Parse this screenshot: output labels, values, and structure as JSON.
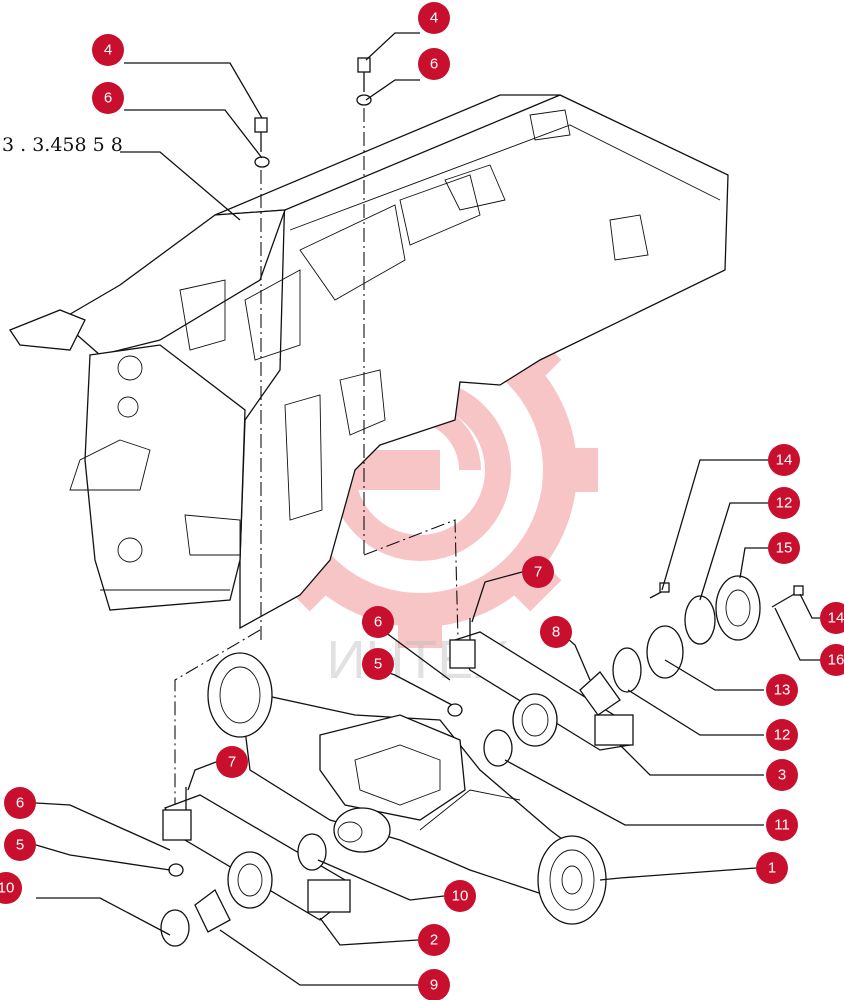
{
  "diagram": {
    "reference_code": "3 . 3.458 5 8",
    "watermark_text": "ИНТЕХ",
    "badge_color": "#c8102e",
    "watermark_color": "#e8323a",
    "callouts": [
      {
        "id": "c4a",
        "label": "4"
      },
      {
        "id": "c6a",
        "label": "6"
      },
      {
        "id": "c4b",
        "label": "4"
      },
      {
        "id": "c6b",
        "label": "6"
      },
      {
        "id": "c14a",
        "label": "14"
      },
      {
        "id": "c12a",
        "label": "12"
      },
      {
        "id": "c15",
        "label": "15"
      },
      {
        "id": "c14b",
        "label": "14"
      },
      {
        "id": "c16",
        "label": "16"
      },
      {
        "id": "c7a",
        "label": "7"
      },
      {
        "id": "c6c",
        "label": "6"
      },
      {
        "id": "c8",
        "label": "8"
      },
      {
        "id": "c5a",
        "label": "5"
      },
      {
        "id": "c13",
        "label": "13"
      },
      {
        "id": "c12b",
        "label": "12"
      },
      {
        "id": "c3",
        "label": "3"
      },
      {
        "id": "c11",
        "label": "11"
      },
      {
        "id": "c7b",
        "label": "7"
      },
      {
        "id": "c6d",
        "label": "6"
      },
      {
        "id": "c5b",
        "label": "5"
      },
      {
        "id": "c1",
        "label": "1"
      },
      {
        "id": "c10a",
        "label": "10"
      },
      {
        "id": "c10b",
        "label": "10"
      },
      {
        "id": "c2",
        "label": "2"
      },
      {
        "id": "c9",
        "label": "9"
      }
    ]
  }
}
